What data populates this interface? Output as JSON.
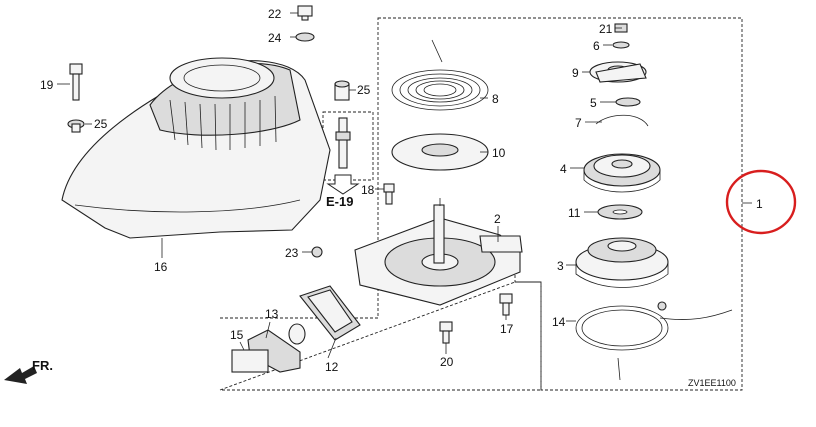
{
  "diagram": {
    "code": "ZV1EE1100",
    "ref": "E-19",
    "front": "FR.",
    "highlight_color": "#d81e1e",
    "callouts": [
      "22",
      "24",
      "19",
      "25",
      "25",
      "16",
      "23",
      "18",
      "13",
      "15",
      "12",
      "20",
      "17",
      "2",
      "21",
      "6",
      "9",
      "8",
      "5",
      "7",
      "10",
      "4",
      "11",
      "3",
      "14",
      "1"
    ]
  }
}
